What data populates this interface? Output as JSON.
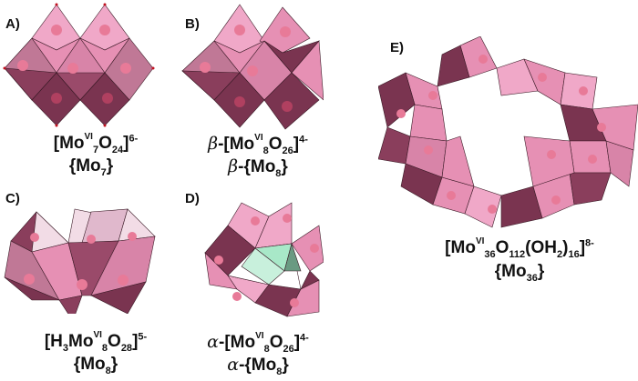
{
  "colors": {
    "light_pink": "#f0a8c8",
    "mid_pink": "#e690b4",
    "dark_maroon": "#6e2a44",
    "atom_red": "#c0101e",
    "mo_sphere": "#e87a98",
    "green_tetra": "#a8e8c8",
    "edge": "#3a1a26"
  },
  "panels": [
    {
      "id": "A",
      "label": "A)",
      "formula": {
        "prefix": "",
        "open": "[Mo",
        "ox": "VI",
        "sub1": "7",
        "mid": "O",
        "sub2": "24",
        "extra": "",
        "sub3": "",
        "close": "]",
        "charge": "6-"
      },
      "short": {
        "prefix": "",
        "text": "{Mo",
        "sub": "7",
        "close": "}"
      }
    },
    {
      "id": "B",
      "label": "B)",
      "formula": {
        "prefix": "β",
        "open": "-[Mo",
        "ox": "VI",
        "sub1": "8",
        "mid": "O",
        "sub2": "26",
        "close": "]",
        "charge": "4-"
      },
      "short": {
        "prefix": "β",
        "text": "-{Mo",
        "sub": "8",
        "close": "}"
      }
    },
    {
      "id": "C",
      "label": "C)",
      "formula": {
        "prefix": "",
        "open": "[H",
        "h_sub": "3",
        "mo": "Mo",
        "ox": "VI",
        "sub1": "8",
        "mid": "O",
        "sub2": "28",
        "close": "]",
        "charge": "5-"
      },
      "short": {
        "prefix": "",
        "text": "{Mo",
        "sub": "8",
        "close": "}"
      }
    },
    {
      "id": "D",
      "label": "D)",
      "formula": {
        "prefix": "α",
        "open": "-[Mo",
        "ox": "VI",
        "sub1": "8",
        "mid": "O",
        "sub2": "26",
        "close": "]",
        "charge": "4-"
      },
      "short": {
        "prefix": "α",
        "text": "-{Mo",
        "sub": "8",
        "close": "}"
      }
    },
    {
      "id": "E",
      "label": "E)",
      "formula": {
        "open": "[Mo",
        "ox": "VI",
        "sub1": "36",
        "mid": "O",
        "sub2": "112",
        "paren": "(OH",
        "psub": "2",
        "pclose": ")",
        "sub3": "16",
        "close": "]",
        "charge": "8-"
      },
      "short": {
        "prefix": "",
        "text": "{Mo",
        "sub": "36",
        "close": "}"
      }
    }
  ]
}
